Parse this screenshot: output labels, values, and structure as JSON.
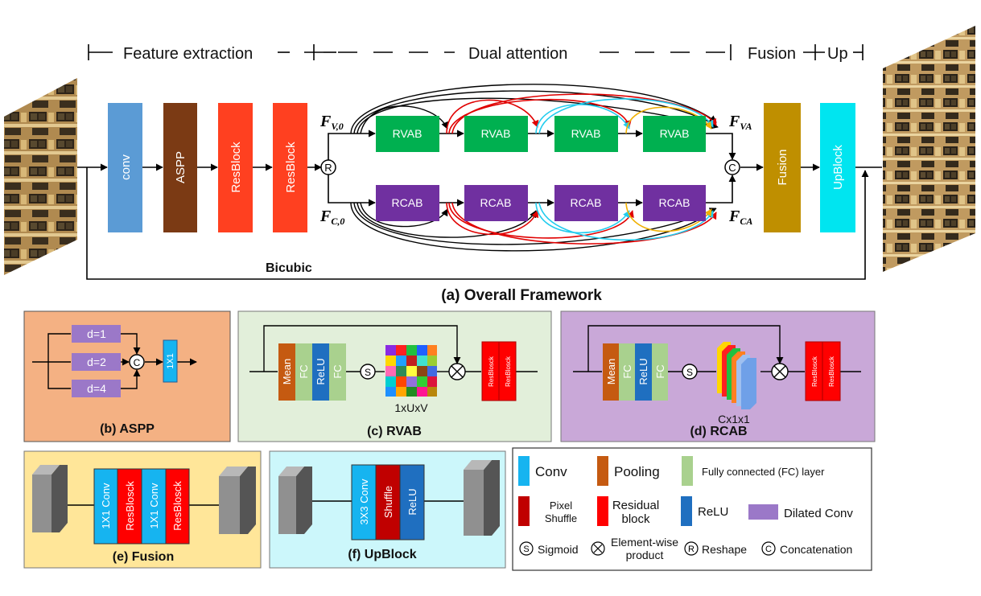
{
  "sections": {
    "feature_extraction": "Feature extraction",
    "dual_attention": "Dual attention",
    "fusion": "Fusion",
    "up": "Up"
  },
  "main": {
    "conv": "conv",
    "aspp": "ASPP",
    "resblock1": "ResBlock",
    "resblock2": "ResBlock",
    "reshape_symbol": "R",
    "concat_symbol": "C",
    "fv0": "F",
    "fv0_sub": "V,0",
    "fc0": "F",
    "fc0_sub": "C,0",
    "fva": "F",
    "fva_sub": "VA",
    "fca": "F",
    "fca_sub": "CA",
    "rvab": [
      "RVAB",
      "RVAB",
      "RVAB",
      "RVAB"
    ],
    "rcab": [
      "RCAB",
      "RCAB",
      "RCAB",
      "RCAB"
    ],
    "fusion": "Fusion",
    "upblock": "UpBlock",
    "bicubic": "Bicubic",
    "caption": "(a) Overall Framework"
  },
  "aspp": {
    "d1": "d=1",
    "d2": "d=2",
    "d4": "d=4",
    "concat": "C",
    "conv1x1": "1X1",
    "caption": "(b) ASPP"
  },
  "rvab": {
    "mean": "Mean",
    "fc1": "FC",
    "relu": "ReLU",
    "fc2": "FC",
    "sigmoid": "S",
    "tensor_label": "1xUxV",
    "res1": "ResBlosck",
    "res2": "ResBlosck",
    "caption": "(c) RVAB"
  },
  "rcab": {
    "mean": "Mean",
    "fc1": "FC",
    "relu": "ReLU",
    "fc2": "FC",
    "sigmoid": "S",
    "tensor_label": "Cx1x1",
    "res1": "ResBlosck",
    "res2": "ResBlosck",
    "caption": "(d) RCAB"
  },
  "fusion_panel": {
    "b1": "1X1 Conv",
    "b2": "ResBlosck",
    "b3": "1X1 Conv",
    "b4": "ResBlosck",
    "caption": "(e) Fusion"
  },
  "upblock_panel": {
    "b1": "3X3 Conv",
    "b2": "Shuffle",
    "b3": "ReLU",
    "caption": "(f) UpBlock"
  },
  "legend": {
    "conv": "Conv",
    "pooling": "Pooling",
    "fc": "Fully connected (FC) layer",
    "pixel_shuffle_1": "Pixel",
    "pixel_shuffle_2": "Shuffle",
    "residual_1": "Residual",
    "residual_2": "block",
    "relu": "ReLU",
    "dilated": "Dilated Conv",
    "sigmoid_sym": "S",
    "sigmoid": "Sigmoid",
    "product_1": "Element-wise",
    "product_2": "product",
    "reshape_sym": "R",
    "reshape": "Reshape",
    "concat_sym": "C",
    "concat": "Concatenation"
  },
  "colors": {
    "conv_main": "#5b9bd5",
    "aspp": "#7b3a14",
    "resblock": "#ff4020",
    "rvab": "#00b050",
    "rcab": "#7030a0",
    "fusion": "#bf8f00",
    "upblock": "#00e5f0",
    "aspp_bg": "#f4b183",
    "rvab_bg": "#e2efda",
    "rcab_bg": "#c9a8d8",
    "fusion_bg": "#ffe699",
    "upblock_bg": "#ccf7fb",
    "conv": "#16b4f0",
    "pooling": "#c55a11",
    "fc": "#a9d18e",
    "pixel_shuffle": "#c00000",
    "residual": "#ff0000",
    "relu": "#1f6fc0",
    "dilated": "#9b78c8"
  }
}
